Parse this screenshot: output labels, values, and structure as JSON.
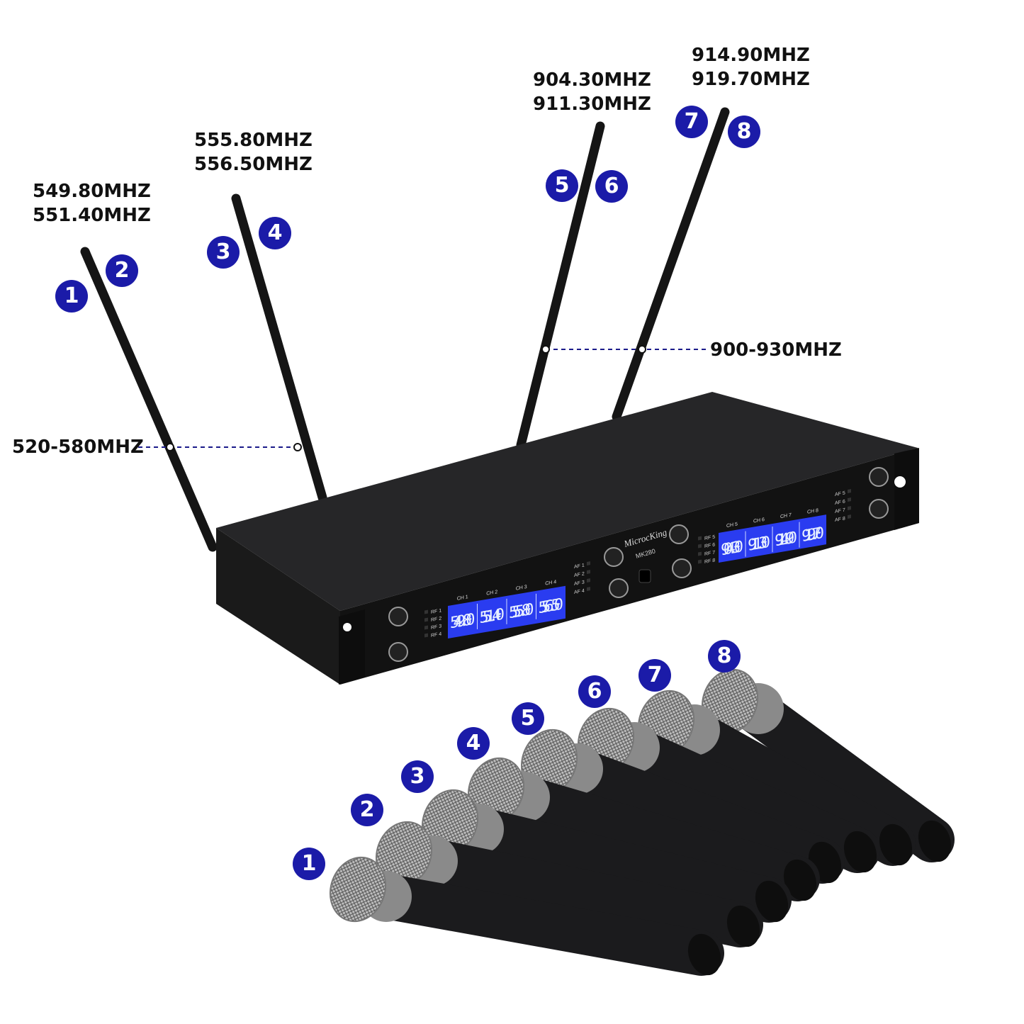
{
  "antenna_frequencies": [
    {
      "lines": [
        "549.80MHZ",
        "551.40MHZ"
      ]
    },
    {
      "lines": [
        "555.80MHZ",
        "556.50MHZ"
      ]
    },
    {
      "lines": [
        "904.30MHZ",
        "911.30MHZ"
      ]
    },
    {
      "lines": [
        "914.90MHZ",
        "919.70MHZ"
      ]
    }
  ],
  "band_labels": {
    "low": "520-580MHZ",
    "high": "900-930MHZ"
  },
  "antenna_badges": [
    "1",
    "2",
    "3",
    "4",
    "5",
    "6",
    "7",
    "8"
  ],
  "mic_badges": [
    "1",
    "2",
    "3",
    "4",
    "5",
    "6",
    "7",
    "8"
  ],
  "receiver": {
    "brand": "MicrocKing",
    "model": "MK280",
    "left_display": {
      "channels": [
        "CH 1",
        "CH 2",
        "CH 3",
        "CH 4"
      ],
      "readings": [
        "549.80",
        "551.40",
        "555.80",
        "556.50"
      ]
    },
    "right_display": {
      "channels": [
        "CH 5",
        "CH 6",
        "CH 7",
        "CH 8"
      ],
      "readings": [
        "904.30",
        "911.30",
        "914.90",
        "919.70"
      ]
    },
    "rf_labels_left": [
      "RF 1",
      "RF 2",
      "RF 3",
      "RF 4"
    ],
    "af_labels_left": [
      "AF 1",
      "AF 2",
      "AF 3",
      "AF 4"
    ],
    "rf_labels_right": [
      "RF 5",
      "RF 6",
      "RF 7",
      "RF 8"
    ],
    "af_labels_right": [
      "AF 5",
      "AF 6",
      "AF 7",
      "AF 8"
    ]
  },
  "colors": {
    "badge": "#1b1ba8",
    "lcd": "#2a3cf0",
    "dash": "#1b1b8a",
    "body": "#1c1c1e"
  }
}
